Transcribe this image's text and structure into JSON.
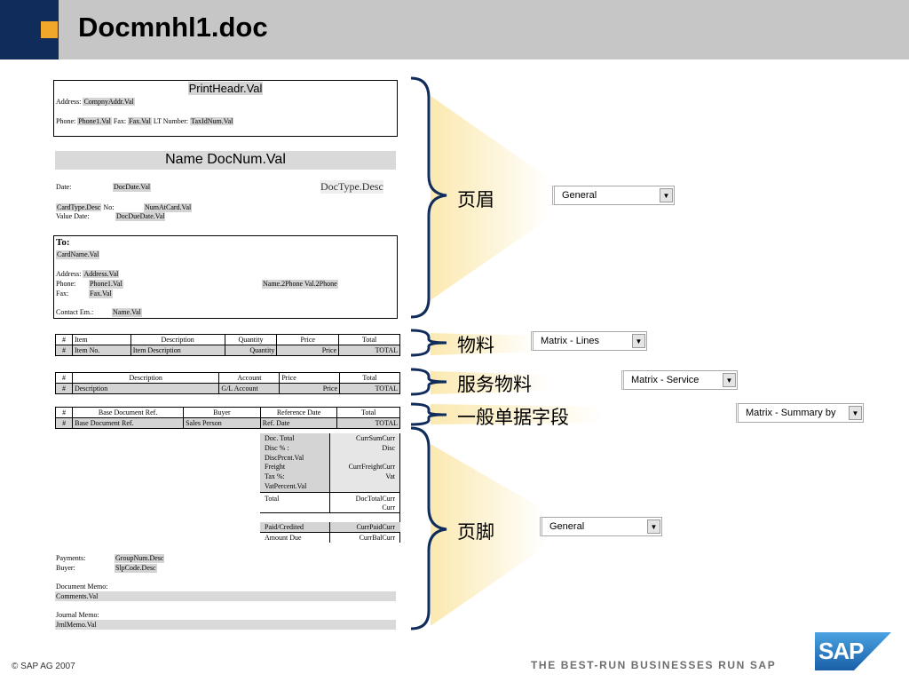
{
  "header": {
    "title": "Docmnhl1.doc"
  },
  "doc": {
    "print_header": "PrintHeadr.Val",
    "address_label": "Address:",
    "company_addr": "CompnyAddr.Val",
    "phone_label": "Phone:",
    "phone1": "Phone1.Val",
    "fax_label": "Fax:",
    "fax_val": "Fax.Val",
    "lt_label": "LT Number:",
    "tax_id": "TaxIdNum.Val",
    "name_docnum": "Name DocNum.Val",
    "date_label": "Date:",
    "doc_date": "DocDate.Val",
    "doc_type": "DocType.Desc",
    "cardtype": "CardType.Desc",
    "no_label": "No:",
    "num_at_card": "NumAtCard.Val",
    "value_date_label": "Value Date:",
    "doc_due_date": "DocDueDate.Val",
    "to_label": "To:",
    "card_name": "CardName.Val",
    "to_address_label": "Address:",
    "address_val": "Address.Val",
    "to_phone_label": "Phone:",
    "to_phone_val": "Phone1.Val",
    "to_fax_label": "Fax:",
    "to_fax_val": "Fax.Val",
    "name2phone": "Name.2Phone Val.2Phone",
    "contact_label": "Contact Em.:",
    "contact_val": "Name.Val",
    "items_table": {
      "headers": [
        "#",
        "Item",
        "Description",
        "Quantity",
        "Price",
        "Total"
      ],
      "fields": [
        "#",
        "Item No.",
        "Item Description",
        "Quantity",
        "Price",
        "TOTAL"
      ]
    },
    "service_table": {
      "headers": [
        "#",
        "Description",
        "Account",
        "Price",
        "Total"
      ],
      "fields": [
        "#",
        "Description",
        "G/L Account",
        "Price",
        "TOTAL"
      ]
    },
    "summary_table": {
      "headers": [
        "#",
        "Base Document Ref.",
        "Buyer",
        "Reference Date",
        "Total"
      ],
      "fields": [
        "#",
        "Base Document Ref.",
        "Sales Person",
        "Ref. Date",
        "TOTAL"
      ]
    },
    "totals": {
      "doc_total": "Doc. Total",
      "cur_sum_curr": "CurrSumCurr",
      "disc_label": "Disc % :",
      "disc_val": "Disc",
      "disc_prcnt": "DiscPrcnt.Val",
      "freight": "Freight",
      "curr_freight": "CurrFreightCurr",
      "tax_label": "Tax %:",
      "vat": "Vat",
      "vat_percent": "VatPercent.Val",
      "total_label": "Total",
      "doc_total_curr1": "DocTotalCurr",
      "doc_total_curr2": "Curr",
      "paid_label": "Paid/Credited",
      "curr_paid": "CurrPaidCurr",
      "amount_due": "Amount Due",
      "curr_bal": "CurrBalCurr"
    },
    "payments_label": "Payments:",
    "group_num": "GroupNum.Desc",
    "buyer_label": "Buyer:",
    "slp_code": "SlpCode.Desc",
    "doc_memo_label": "Document Memo:",
    "comments": "Comments.Val",
    "journal_memo_label": "Journal Memo:",
    "jrnl_memo": "JrnlMemo.Val"
  },
  "sections": {
    "header_label": "页眉",
    "items_label": "物料",
    "service_label": "服务物料",
    "summary_label": "一般单据字段",
    "footer_label": "页脚"
  },
  "dropdowns": {
    "header": "General",
    "items": "Matrix - Lines",
    "service": "Matrix - Service",
    "summary": "Matrix - Summary by",
    "footer": "General"
  },
  "footer": {
    "copyright": "©  SAP AG 2007",
    "tagline": "THE BEST-RUN BUSINESSES RUN SAP",
    "logo": "SAP"
  },
  "colors": {
    "navy": "#0f2c5b",
    "orange": "#f0a72a",
    "gray_header": "#c6c6c6",
    "sap_blue": "#1f6fb7",
    "wedge_yellow": "#fbe9b0"
  }
}
